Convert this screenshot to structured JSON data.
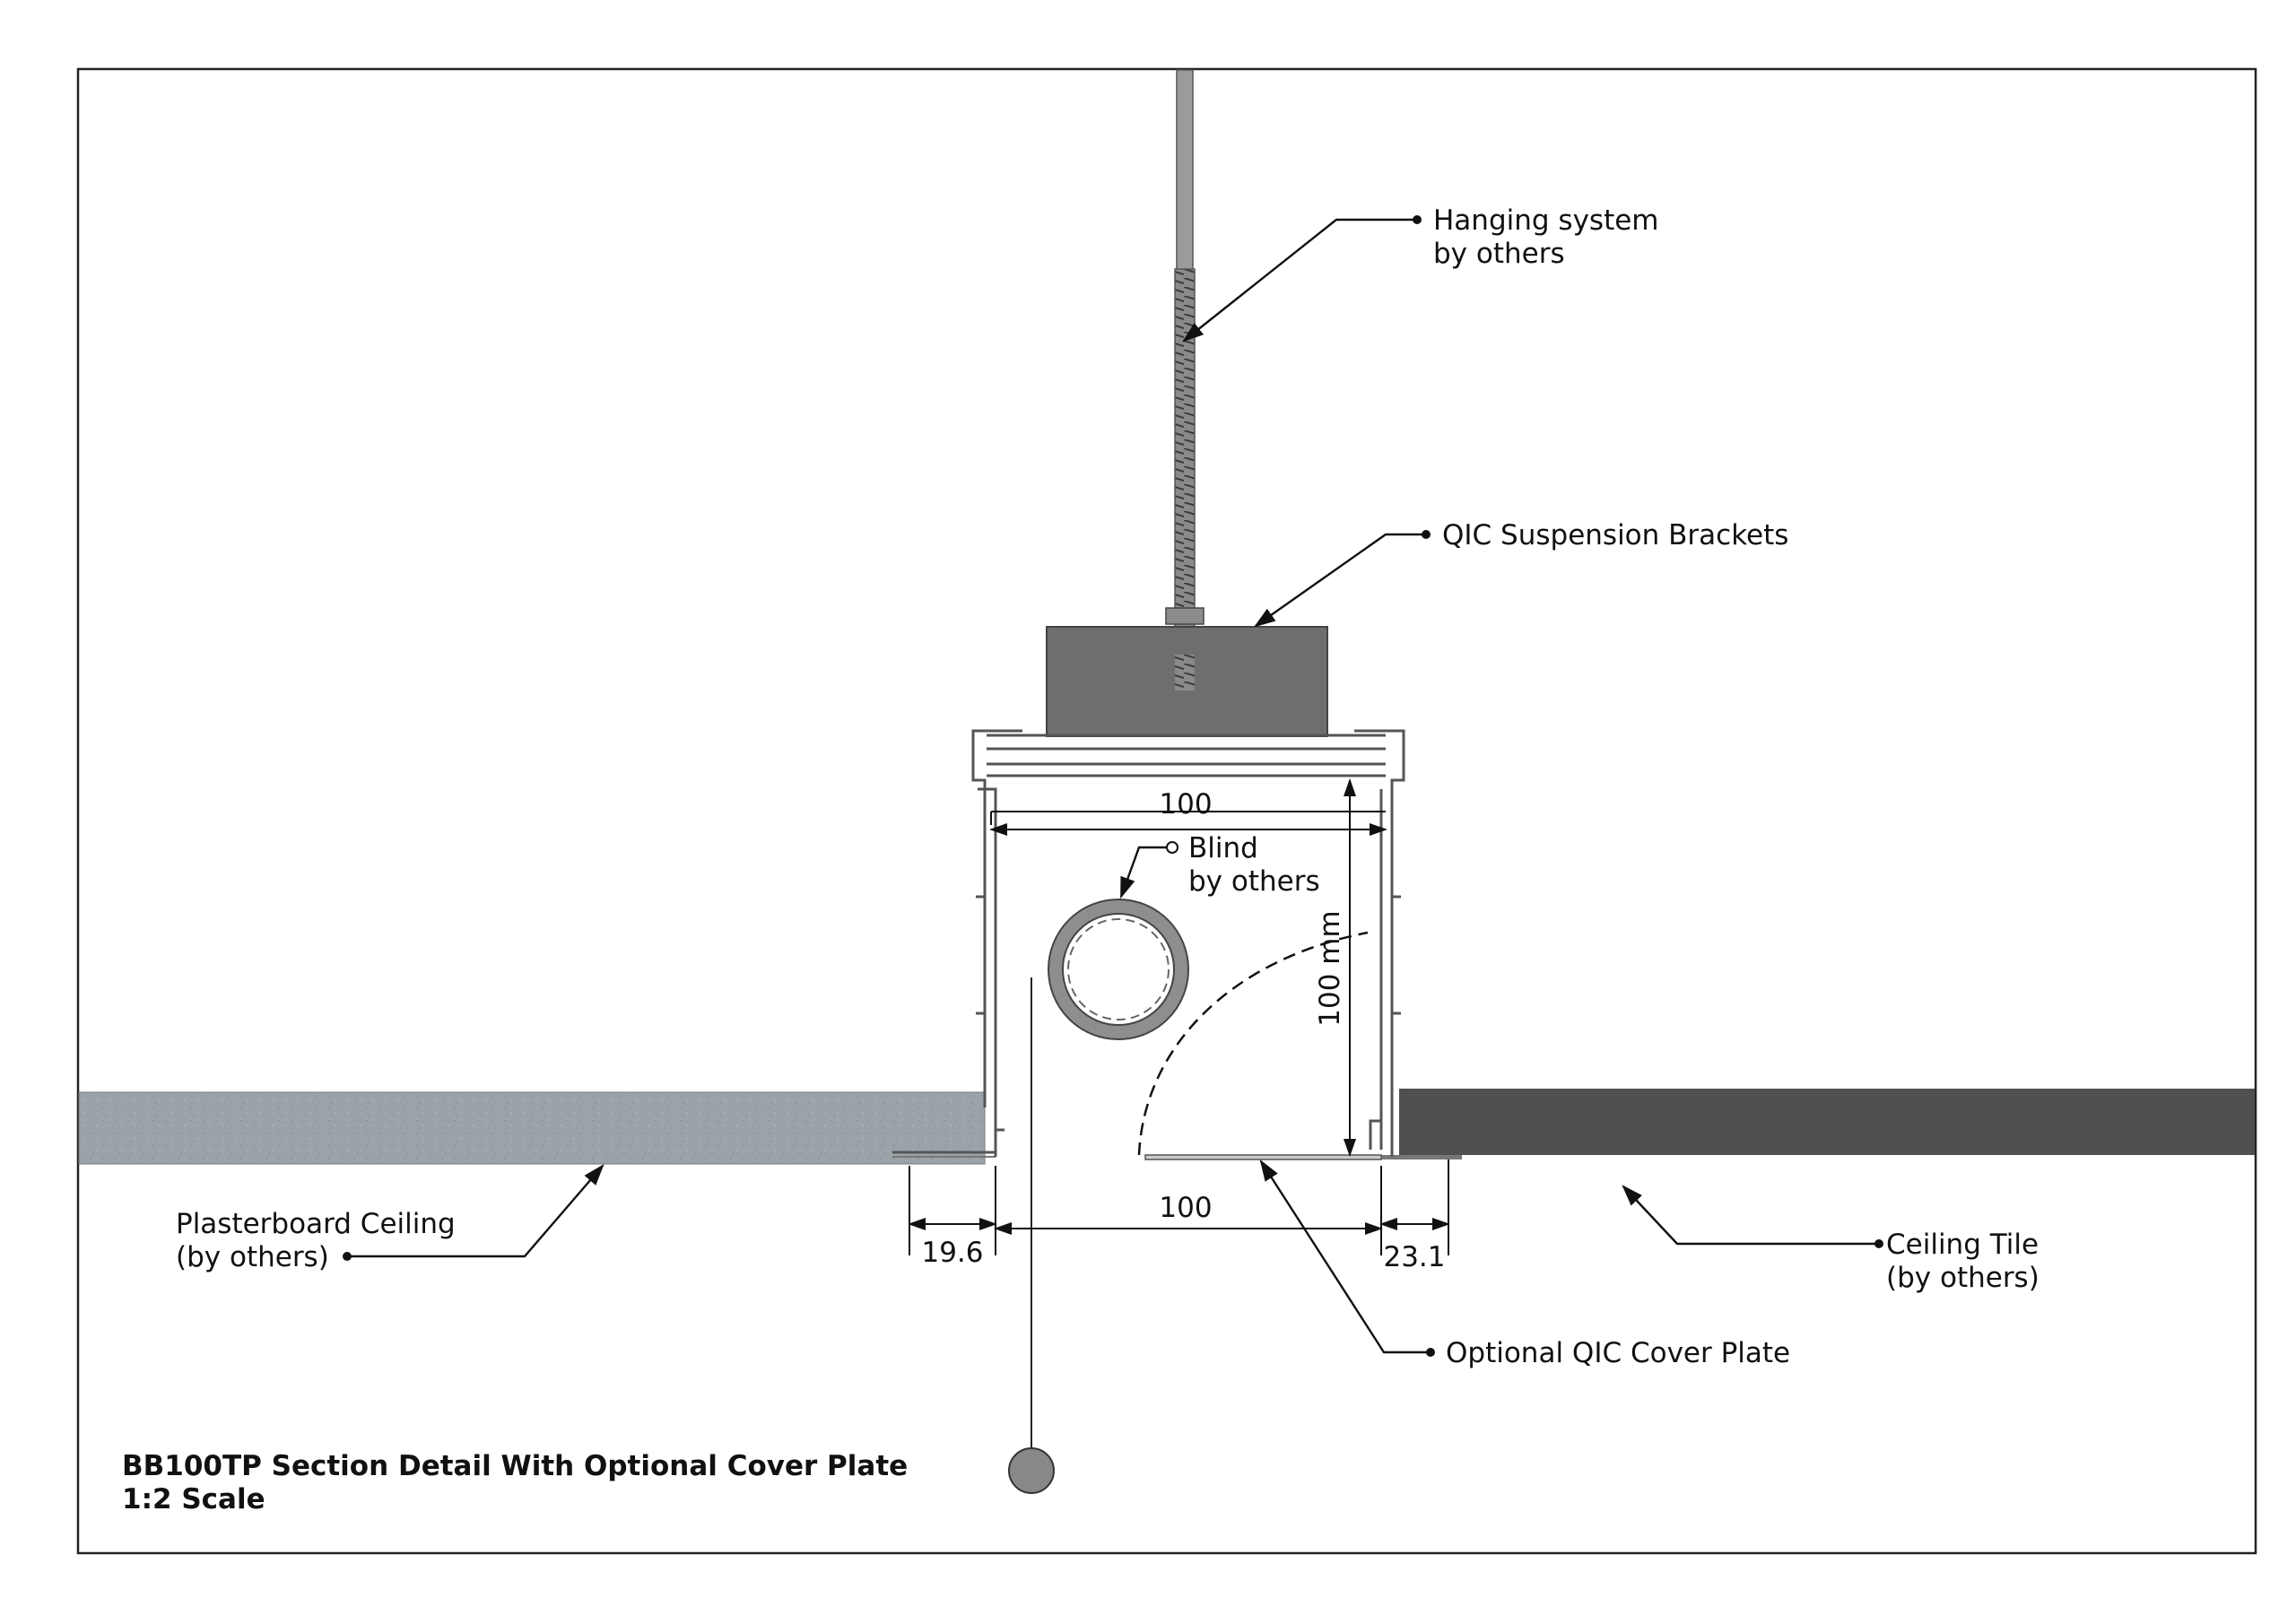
{
  "drawing": {
    "title_line1": "BB100TP Section Detail With Optional Cover Plate",
    "title_line2": "1:2 Scale"
  },
  "callouts": {
    "hanging_system": [
      "Hanging system",
      "by others"
    ],
    "suspension_brackets": [
      "QIC Suspension Brackets"
    ],
    "blind": [
      "Blind",
      "by others"
    ],
    "plasterboard": [
      "Plasterboard Ceiling",
      "(by others)"
    ],
    "ceiling_tile": [
      "Ceiling Tile",
      "(by others)"
    ],
    "cover_plate": [
      "Optional QIC Cover Plate"
    ]
  },
  "dimensions": {
    "pocket_width_top": "100",
    "pocket_height": "100 mm",
    "opening_width": "100",
    "left_flange": "19.6",
    "right_flange": "23.1"
  },
  "colors": {
    "plasterboard": "#9aa4a8",
    "ceiling_tile": "#505050",
    "bracket": "#6e6e6e",
    "profile": "#555555",
    "line": "#111111"
  }
}
